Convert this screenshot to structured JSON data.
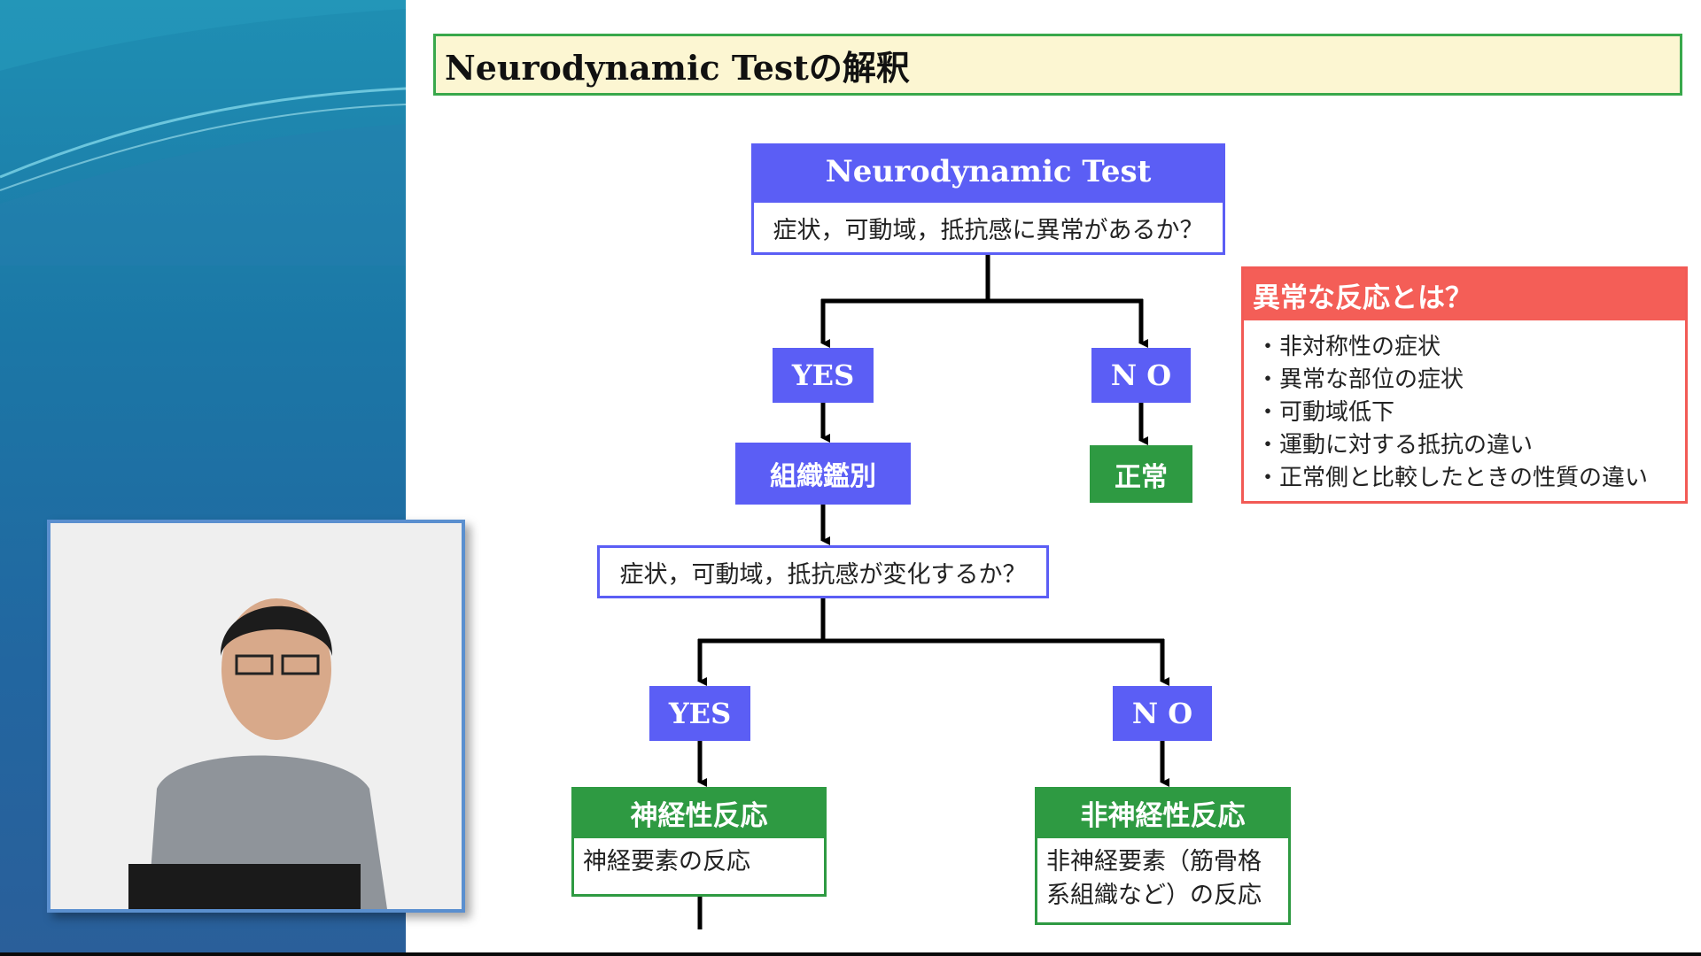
{
  "slide": {
    "title": "Neurodynamic Testの解釈"
  },
  "flowchart": {
    "test_header": "Neurodynamic Test",
    "test_question": "症状，可動域，抵抗感に異常があるか？",
    "yes_1": "YES",
    "no_1": "N O",
    "tissue_differentiation": "組織鑑別",
    "normal": "正常",
    "change_question": "症状，可動域，抵抗感が変化するか？",
    "yes_2": "YES",
    "no_2": "N O",
    "neural_response_title": "神経性反応",
    "neural_response_desc": "神経要素の反応",
    "nonneural_response_title": "非神経性反応",
    "nonneural_response_desc_1": "非神経要素（筋骨格",
    "nonneural_response_desc_2": "系組織など）の反応"
  },
  "abnormal_panel": {
    "title": "異常な反応とは？",
    "items": [
      "非対称性の症状",
      "異常な部位の症状",
      "可動域低下",
      "運動に対する抵抗の違い",
      "正常側と比較したときの性質の違い"
    ]
  },
  "colors": {
    "blue": "#5b5ef5",
    "green": "#2e9a42",
    "red": "#f45e57",
    "title_bg": "#fcf6d2"
  },
  "video": {
    "description_icon": "presenter-video"
  }
}
